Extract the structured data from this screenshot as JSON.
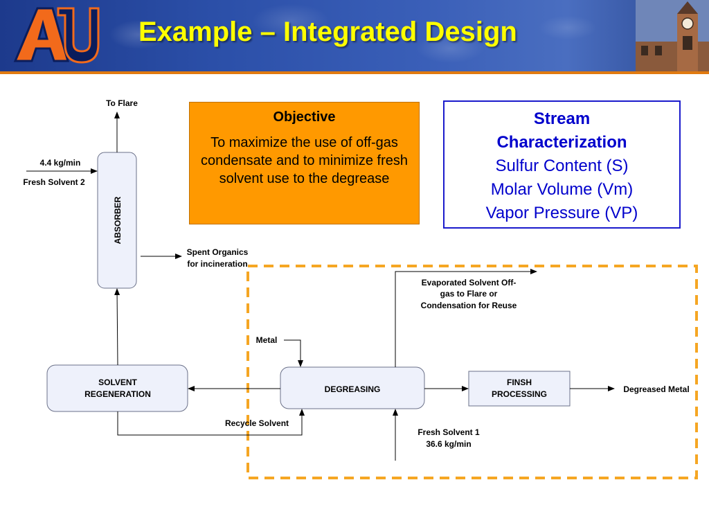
{
  "header": {
    "title": "Example – Integrated Design",
    "logo_text": "AU"
  },
  "objective": {
    "title": "Objective",
    "body": "To maximize the use of off-gas condensate and to minimize fresh solvent use to the degrease"
  },
  "stream": {
    "title_line1": "Stream",
    "title_line2": "Characterization",
    "items": [
      "Sulfur Content (S)",
      "Molar Volume (Vm)",
      "Vapor Pressure (VP)"
    ]
  },
  "diagram": {
    "units": {
      "absorber": "ABSORBER",
      "solvent_regeneration_line1": "SOLVENT",
      "solvent_regeneration_line2": "REGENERATION",
      "degreasing": "DEGREASING",
      "finish_processing_line1": "FINSH",
      "finish_processing_line2": "PROCESSING"
    },
    "labels": {
      "to_flare": "To Flare",
      "fresh_solvent2_rate": "4.4 kg/min",
      "fresh_solvent2": "Fresh Solvent 2",
      "spent_organics_line1": "Spent Organics",
      "spent_organics_line2": "for incineration",
      "evaporated_line1": "Evaporated Solvent Off-",
      "evaporated_line2": "gas to Flare or",
      "evaporated_line3": "Condensation for Reuse",
      "metal": "Metal",
      "degreased_metal": "Degreased Metal",
      "recycle_solvent": "Recycle Solvent",
      "fresh_solvent1": "Fresh Solvent 1",
      "fresh_solvent1_rate": "36.6 kg/min"
    },
    "colors": {
      "unit_fill": "#eef1fb",
      "unit_stroke": "#6a7088",
      "dashed_boundary": "#f5a623",
      "objective_fill": "#ff9900",
      "stream_text": "#0000cc",
      "title_color": "#ffff00"
    }
  }
}
